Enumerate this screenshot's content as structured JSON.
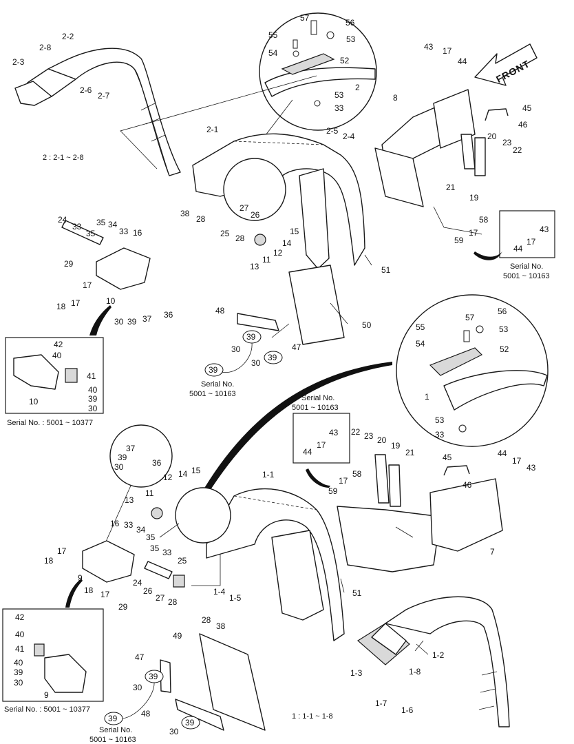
{
  "front_label": "FRONT",
  "group_labels": {
    "group_2": "2 : 2-1 ~ 2-8",
    "group_1": "1 : 1-1 ~ 1-8"
  },
  "serial_notes": {
    "upper_right": [
      "Serial No.",
      "5001 ~ 10163"
    ],
    "upper_left_inset": "Serial No. : 5001 ~ 10377",
    "upper_center_note": [
      "Serial No.",
      "5001 ~ 10163"
    ],
    "mid_right_box": [
      "Serial No.",
      "5001 ~ 10163"
    ],
    "lower_left_inset": "Serial No. : 5001 ~ 10377",
    "lower_left_note": [
      "Serial No.",
      "5001 ~ 10163"
    ]
  },
  "callouts": {
    "c_2_2": "2-2",
    "c_2_8": "2-8",
    "c_2_3": "2-3",
    "c_2_6": "2-6",
    "c_2_7": "2-7",
    "c_57a": "57",
    "c_56a": "56",
    "c_55a": "55",
    "c_53a": "53",
    "c_54a": "54",
    "c_52a": "52",
    "c_2a": "2",
    "c_53b": "53",
    "c_33a": "33",
    "c_43a": "43",
    "c_17a": "17",
    "c_44a": "44",
    "c_8": "8",
    "c_45a": "45",
    "c_46a": "46",
    "c_20a": "20",
    "c_23a": "23",
    "c_22a": "22",
    "c_21a": "21",
    "c_19a": "19",
    "c_2_1": "2-1",
    "c_2_5": "2-5",
    "c_2_4": "2-4",
    "c_38a": "38",
    "c_28a": "28",
    "c_27a": "27",
    "c_26a": "26",
    "c_25a": "25",
    "c_28b": "28",
    "c_15a": "15",
    "c_14a": "14",
    "c_12a": "12",
    "c_11a": "11",
    "c_13a": "13",
    "c_58a": "58",
    "c_59a": "59",
    "c_17b": "17",
    "c_51a": "51",
    "c_43b": "43",
    "c_17c": "17",
    "c_44b": "44",
    "c_24a": "24",
    "c_33b": "33",
    "c_35a": "35",
    "c_34a": "34",
    "c_33c": "33",
    "c_16a": "16",
    "c_29a": "29",
    "c_17d": "17",
    "c_18a": "18",
    "c_17e": "17",
    "c_10a": "10",
    "c_30a": "30",
    "c_39a": "39",
    "c_37a": "37",
    "c_36a": "36",
    "c_42a": "42",
    "c_40a": "40",
    "c_41a": "41",
    "c_40b": "40",
    "c_39b": "39",
    "c_30b": "30",
    "c_10b": "10",
    "c_48a": "48",
    "c_50a": "50",
    "c_47a": "47",
    "c_30c": "30",
    "c_39c": "39",
    "c_30d": "30",
    "c_39d": "39",
    "c_39e": "39",
    "c_56b": "56",
    "c_57b": "57",
    "c_55b": "55",
    "c_53c": "53",
    "c_54b": "54",
    "c_52b": "52",
    "c_1a": "1",
    "c_53d": "53",
    "c_33d": "33",
    "c_43c": "43",
    "c_17f": "17",
    "c_44c": "44",
    "c_22b": "22",
    "c_23b": "23",
    "c_20b": "20",
    "c_19b": "19",
    "c_21b": "21",
    "c_45b": "45",
    "c_46b": "46",
    "c_44d": "44",
    "c_17g": "17",
    "c_43d": "43",
    "c_17h": "17",
    "c_58b": "58",
    "c_59b": "59",
    "c_7": "7",
    "c_37b": "37",
    "c_39f": "39",
    "c_36b": "36",
    "c_30e": "30",
    "c_1_1": "1-1",
    "c_14b": "14",
    "c_15b": "15",
    "c_12b": "12",
    "c_11b": "11",
    "c_13b": "13",
    "c_16b": "16",
    "c_33e": "33",
    "c_34b": "34",
    "c_35b": "35",
    "c_35c": "35",
    "c_33f": "33",
    "c_25b": "25",
    "c_17i": "17",
    "c_18b": "18",
    "c_9a": "9",
    "c_18c": "18",
    "c_17j": "17",
    "c_24b": "24",
    "c_26b": "26",
    "c_27b": "27",
    "c_28c": "28",
    "c_29b": "29",
    "c_1_4": "1-4",
    "c_1_5": "1-5",
    "c_51b": "51",
    "c_28d": "28",
    "c_38b": "38",
    "c_1_2": "1-2",
    "c_1_3": "1-3",
    "c_1_8": "1-8",
    "c_1_7": "1-7",
    "c_1_6": "1-6",
    "c_42b": "42",
    "c_40c": "40",
    "c_41b": "41",
    "c_40d": "40",
    "c_39g": "39",
    "c_30f": "30",
    "c_9b": "9",
    "c_49": "49",
    "c_47b": "47",
    "c_39h": "39",
    "c_30g": "30",
    "c_48b": "48",
    "c_30h": "30",
    "c_39i": "39",
    "c_39j": "39"
  }
}
